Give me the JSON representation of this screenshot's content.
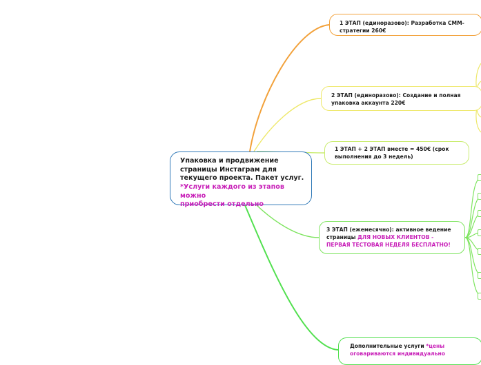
{
  "root": {
    "line1": " Упаковка и продвижение",
    "line2": "страницы Инстаграм для",
    "line3": "текущего проекта. Пакет услуг.",
    "note_line1": "*Услуги каждого из этапов можно",
    "note_line2": "приобрести отдельно"
  },
  "branches": [
    {
      "line1": "1 ЭТАП (единоразово): Разработка СММ-",
      "line2": "стратегии 260€"
    },
    {
      "line1": "2 ЭТАП (единоразово): Создание и полная",
      "line2": "упаковка аккаунта 220€"
    },
    {
      "line1": "1 ЭТАП + 2 ЭТАП вместе = 450€  (срок",
      "line2": "выполнения до 3 недель)"
    },
    {
      "line1": "3 ЭТАП (ежемесячно): активное ведение",
      "line2_plain": "страницы ",
      "line2_accent": "ДЛЯ НОВЫХ КЛИЕНТОВ -",
      "line3_accent": "ПЕРВАЯ ТЕСТОВАЯ НЕДЕЛЯ БЕСПЛАТНО!"
    },
    {
      "line1_plain": "Дополнительные услуги ",
      "line1_accent": "*цены",
      "line2_accent": "оговариваются индивидуально"
    }
  ],
  "colors": {
    "root_border": "#2e78b7",
    "branch1": "#f2a13a",
    "branch2": "#eee86a",
    "branch3": "#c9ec6e",
    "branch4": "#7ee45f",
    "branch5": "#52e04f",
    "accent_text": "#c81fb8"
  }
}
